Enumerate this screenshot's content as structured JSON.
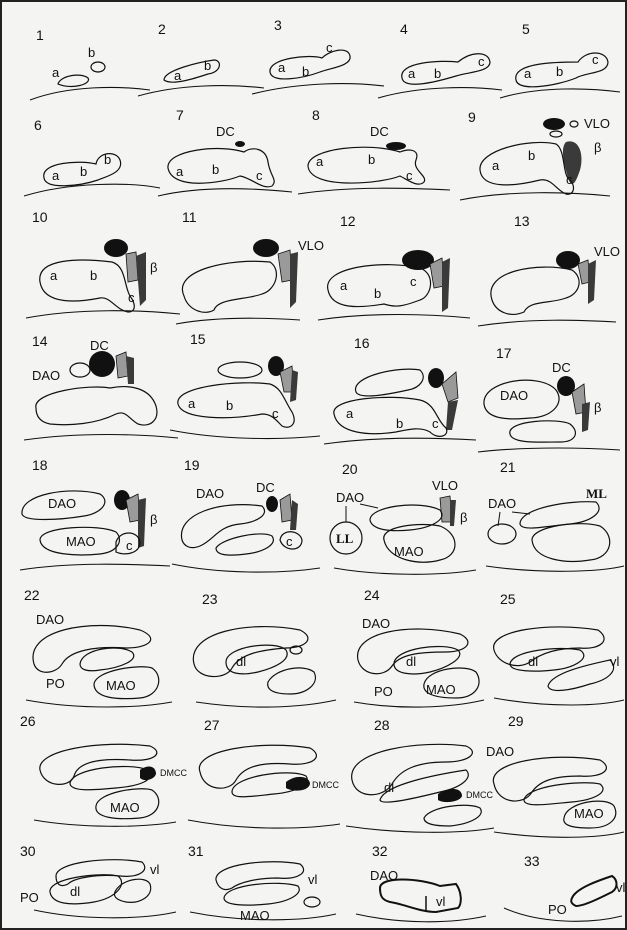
{
  "panels": [
    {
      "num": "1",
      "labels": [
        "a",
        "b"
      ]
    },
    {
      "num": "2",
      "labels": [
        "a",
        "b"
      ]
    },
    {
      "num": "3",
      "labels": [
        "a",
        "b",
        "c"
      ]
    },
    {
      "num": "4",
      "labels": [
        "a",
        "b",
        "c"
      ]
    },
    {
      "num": "5",
      "labels": [
        "a",
        "b",
        "c"
      ]
    },
    {
      "num": "6",
      "labels": [
        "a",
        "b",
        "b"
      ]
    },
    {
      "num": "7",
      "labels": [
        "DC",
        "a",
        "b",
        "c"
      ]
    },
    {
      "num": "8",
      "labels": [
        "DC",
        "a",
        "b",
        "c"
      ]
    },
    {
      "num": "9",
      "labels": [
        "VLO",
        "β",
        "a",
        "b",
        "c"
      ]
    },
    {
      "num": "10",
      "labels": [
        "a",
        "b",
        "β",
        "c"
      ]
    },
    {
      "num": "11",
      "labels": [
        "VLO"
      ]
    },
    {
      "num": "12",
      "labels": [
        "a",
        "b",
        "c"
      ]
    },
    {
      "num": "13",
      "labels": [
        "VLO"
      ]
    },
    {
      "num": "14",
      "labels": [
        "DC",
        "DAO"
      ]
    },
    {
      "num": "15",
      "labels": [
        "a",
        "b",
        "c"
      ]
    },
    {
      "num": "16",
      "labels": [
        "a",
        "b",
        "c"
      ]
    },
    {
      "num": "17",
      "labels": [
        "DC",
        "DAO",
        "β"
      ]
    },
    {
      "num": "18",
      "labels": [
        "DAO",
        "β",
        "MAO",
        "c"
      ]
    },
    {
      "num": "19",
      "labels": [
        "DAO",
        "DC",
        "c"
      ]
    },
    {
      "num": "20",
      "labels": [
        "DAO",
        "VLO",
        "β",
        "LL",
        "MAO"
      ]
    },
    {
      "num": "21",
      "labels": [
        "DAO",
        "ML"
      ]
    },
    {
      "num": "22",
      "labels": [
        "DAO",
        "PO",
        "MAO"
      ]
    },
    {
      "num": "23",
      "labels": [
        "dl"
      ]
    },
    {
      "num": "24",
      "labels": [
        "DAO",
        "dl",
        "PO",
        "MAO"
      ]
    },
    {
      "num": "25",
      "labels": [
        "dl",
        "vl"
      ]
    },
    {
      "num": "26",
      "labels": [
        "DMCC",
        "MAO"
      ]
    },
    {
      "num": "27",
      "labels": [
        "DMCC"
      ]
    },
    {
      "num": "28",
      "labels": [
        "dl",
        "DMCC"
      ]
    },
    {
      "num": "29",
      "labels": [
        "DAO",
        "MAO"
      ]
    },
    {
      "num": "30",
      "labels": [
        "vl",
        "PO",
        "dl"
      ]
    },
    {
      "num": "31",
      "labels": [
        "vl",
        "MAO"
      ]
    },
    {
      "num": "32",
      "labels": [
        "DAO",
        "vl"
      ]
    },
    {
      "num": "33",
      "labels": [
        "vl",
        "PO"
      ]
    }
  ]
}
